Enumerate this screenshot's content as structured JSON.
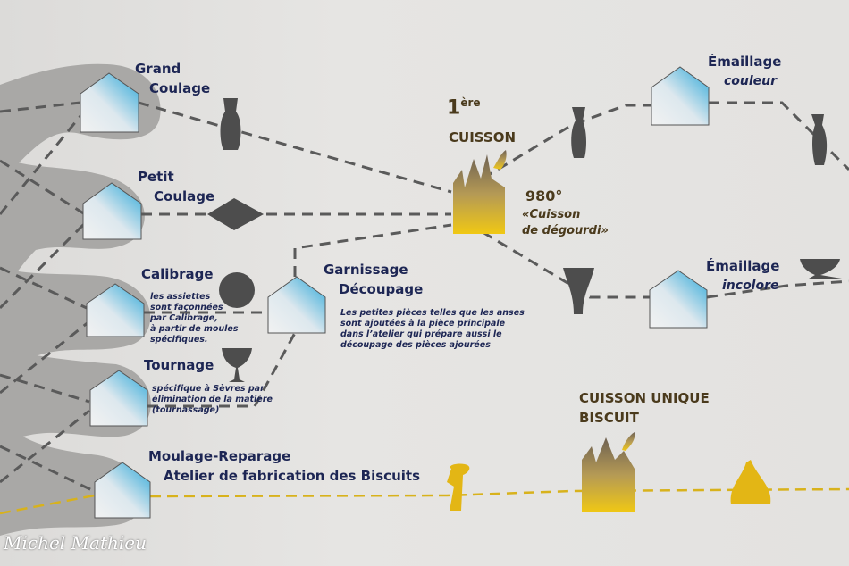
{
  "steps": {
    "grand_coulage": [
      "Grand",
      "Coulage"
    ],
    "petit_coulage": [
      "Petit",
      "Coulage"
    ],
    "calibrage": {
      "title": "Calibrage",
      "desc": [
        "les assiettes",
        "sont façonnées",
        "par Calibrage,",
        "à partir de moules",
        "spécifiques."
      ]
    },
    "tournage": {
      "title": "Tournage",
      "desc": [
        "spécifique à Sèvres par",
        "élimination de la matière",
        "(tournassage)"
      ]
    },
    "moulage": [
      "Moulage-Reparage",
      "Atelier de fabrication des Biscuits"
    ],
    "garnissage": {
      "title": [
        "Garnissage",
        "Découpage"
      ],
      "desc": [
        "Les petites pièces telles que les anses",
        "sont ajoutées à la pièce principale",
        "dans l’atelier qui prépare aussi le",
        "découpage des pièces ajourées"
      ]
    },
    "cuisson1": {
      "num": "1",
      "sup": "ère",
      "title": "CUISSON",
      "temp": "980°",
      "name": [
        "«Cuisson",
        "de dégourdi»"
      ]
    },
    "email_couleur": [
      "Émaillage",
      "couleur"
    ],
    "email_incolore": [
      "Émaillage",
      "incolore"
    ],
    "cuisson_unique": [
      "CUISSON UNIQUE",
      "BISCUIT"
    ]
  },
  "signature": "Michel Mathieu",
  "colors": {
    "navy": "#1d2654",
    "brown": "#4a3a1c",
    "line": "#5a5a5a",
    "gold": "#d8b21c",
    "blob": "#a9a8a6"
  }
}
